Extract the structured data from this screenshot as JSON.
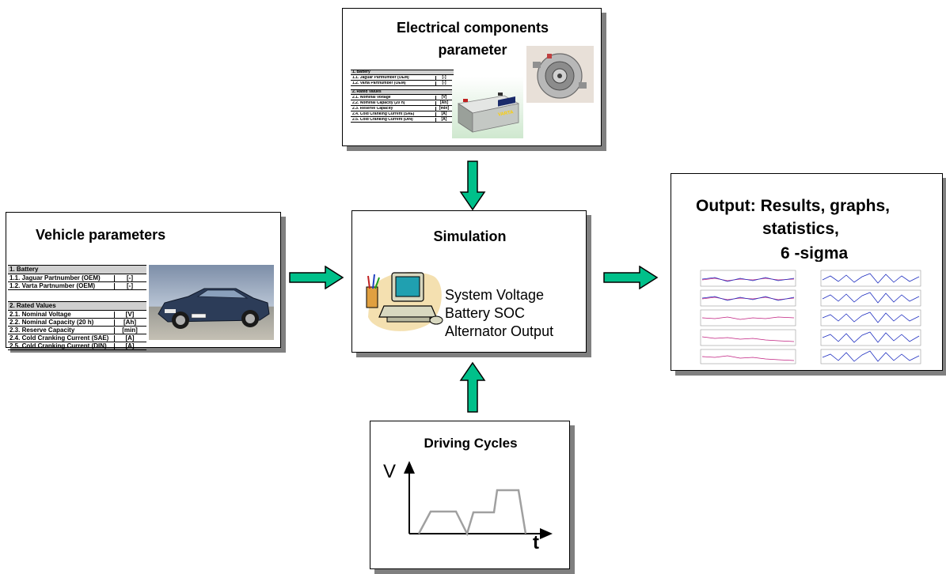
{
  "electrical": {
    "title_line1": "Electrical components",
    "title_line2": "parameter",
    "table": {
      "section1": "1. Battery",
      "rows1": [
        {
          "k": "1.1. Jaguar Partnumber (OEM)",
          "u": "[-]"
        },
        {
          "k": "1.2. Varta Partnumber (OEM)",
          "u": "[-]"
        }
      ],
      "section2": "2. Rated Values",
      "rows2": [
        {
          "k": "2.1. Nominal Voltage",
          "u": "[V]"
        },
        {
          "k": "2.2. Nominal Capacity (20 h)",
          "u": "[Ah]"
        },
        {
          "k": "2.3. Reserve Capacity",
          "u": "[min]"
        },
        {
          "k": "2.4. Cold Cranking Current (SAE)",
          "u": "[A]"
        },
        {
          "k": "2.5. Cold Cranking Current (DIN)",
          "u": "[A]"
        }
      ]
    },
    "battery_brand": "VARTA"
  },
  "vehicle": {
    "title": "Vehicle parameters",
    "table": {
      "section1": "1. Battery",
      "rows1": [
        {
          "k": "1.1. Jaguar Partnumber (OEM)",
          "u": "[-]"
        },
        {
          "k": "1.2. Varta Partnumber (OEM)",
          "u": "[-]"
        }
      ],
      "section2": "2. Rated Values",
      "rows2": [
        {
          "k": "2.1. Nominal Voltage",
          "u": "[V]"
        },
        {
          "k": "2.2. Nominal Capacity (20 h)",
          "u": "[Ah]"
        },
        {
          "k": "2.3. Reserve Capacity",
          "u": "[min]"
        },
        {
          "k": "2.4. Cold Cranking Current (SAE)",
          "u": "[A]"
        },
        {
          "k": "2.5. Cold Cranking Current (DIN)",
          "u": "[A]"
        }
      ]
    }
  },
  "simulation": {
    "title": "Simulation",
    "items": [
      "System Voltage",
      "Battery SOC",
      "Alternator Output"
    ]
  },
  "output": {
    "title_line1": "Output: Results, graphs,",
    "title_line2": "statistics,",
    "title_line3": "6 -sigma"
  },
  "driving": {
    "title": "Driving Cycles",
    "y_axis": "V",
    "x_axis": "t"
  },
  "colors": {
    "arrow_fill": "#00c08a",
    "arrow_stroke": "#000000",
    "shadow": "#808080",
    "cycle_line": "#a0a0a0"
  }
}
